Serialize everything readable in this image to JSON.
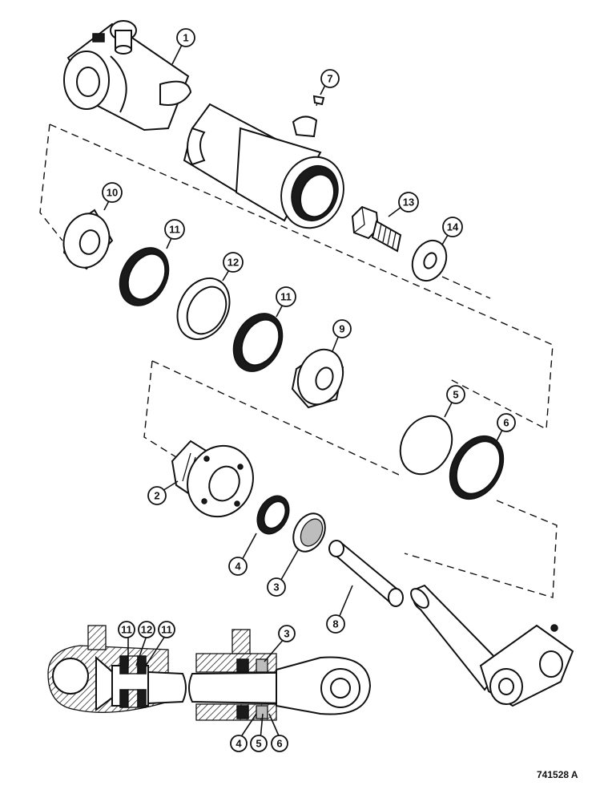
{
  "callouts": {
    "c1": "1",
    "c7": "7",
    "c10": "10",
    "c11a": "11",
    "c12": "12",
    "c11b": "11",
    "c13": "13",
    "c14": "14",
    "c9": "9",
    "c5": "5",
    "c6": "6",
    "c2": "2",
    "c4": "4",
    "c3": "3",
    "c8": "8",
    "s11a": "11",
    "s12": "12",
    "s11b": "11",
    "s3": "3",
    "s4": "4",
    "s5": "5",
    "s6": "6"
  },
  "figure_ref": "741528 A"
}
